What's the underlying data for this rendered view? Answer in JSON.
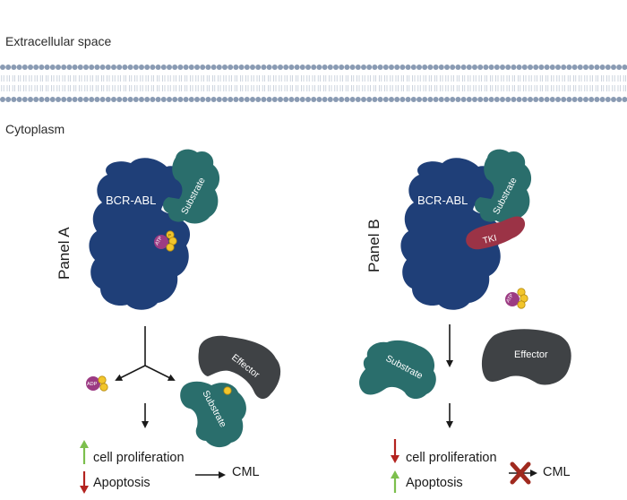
{
  "regions": {
    "extracellular": "Extracellular space",
    "cytoplasm": "Cytoplasm"
  },
  "panels": {
    "a": "Panel A",
    "b": "Panel B"
  },
  "molecules": {
    "bcr_abl": "BCR-ABL",
    "substrate": "Substrate",
    "effector": "Effector",
    "atp": "ATP",
    "adp": "ADP",
    "tki": "TKI",
    "phosphate": "P"
  },
  "outcomes": {
    "a": {
      "proliferation": "cell proliferation",
      "apoptosis": "Apoptosis",
      "result": "CML",
      "proliferation_direction": "up",
      "apoptosis_direction": "down",
      "result_blocked": false
    },
    "b": {
      "proliferation": "cell proliferation",
      "apoptosis": "Apoptosis",
      "result": "CML",
      "proliferation_direction": "down",
      "apoptosis_direction": "up",
      "result_blocked": true
    }
  },
  "colors": {
    "kinase": "#1f3f78",
    "substrate": "#2a6e6c",
    "effector": "#3f4245",
    "atp": "#9c3b83",
    "phosphate": "#f2c52b",
    "tki": "#9b3346",
    "membrane_head": "#8a9bb3",
    "up_arrow": "#7cbf4d",
    "down_arrow": "#b3231f",
    "block_x": "#a02a1f"
  }
}
